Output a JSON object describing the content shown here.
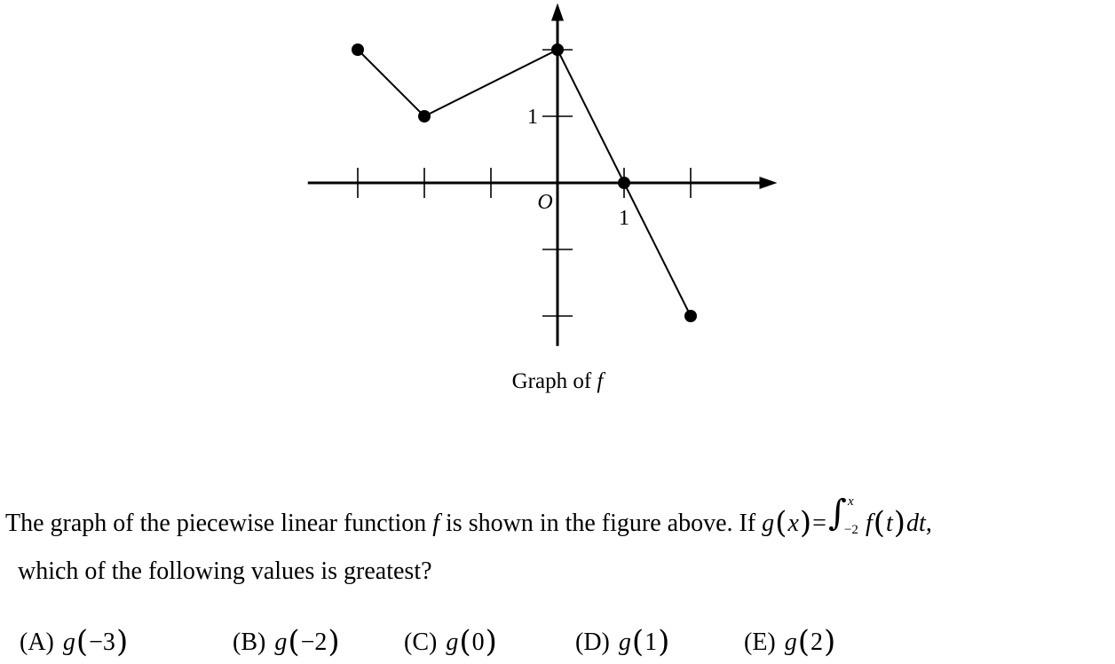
{
  "chart_data": {
    "type": "line",
    "points": [
      {
        "x": -3,
        "y": 2
      },
      {
        "x": -2,
        "y": 1
      },
      {
        "x": 0,
        "y": 2
      },
      {
        "x": 1,
        "y": 0
      },
      {
        "x": 2,
        "y": -2
      }
    ],
    "xlim": [
      -3.75,
      3.3
    ],
    "ylim": [
      -2.45,
      2.7
    ],
    "x_ticks": [
      -3,
      -2,
      -1,
      1,
      2
    ],
    "y_ticks": [
      -2,
      -1,
      1,
      2
    ],
    "x_tick_labels": [
      {
        "value": 1,
        "label": "1"
      }
    ],
    "y_tick_labels": [
      {
        "value": 1,
        "label": "1"
      }
    ],
    "origin_label": "O",
    "grid": false,
    "title": "",
    "xlabel": "",
    "ylabel": ""
  },
  "figure": {
    "caption_prefix": "Graph of ",
    "caption_fn": "f"
  },
  "question": {
    "line1_part1": "The graph of the piecewise linear function ",
    "fn": "f",
    "line1_part2": " is shown in the figure above. If ",
    "g": "g",
    "x": "x",
    "equals": "=",
    "integral_sign": "∫",
    "upper_limit": "x",
    "lower_limit": "−2",
    "integrand_f": "f",
    "integrand_t": "t",
    "dt": "dt",
    "comma": ",",
    "line2": "which of the following values is greatest?"
  },
  "choices": [
    {
      "label": "(A)",
      "fn": "g",
      "arg": "−3"
    },
    {
      "label": "(B)",
      "fn": "g",
      "arg": "−2"
    },
    {
      "label": "(C)",
      "fn": "g",
      "arg": "0"
    },
    {
      "label": "(D)",
      "fn": "g",
      "arg": "1"
    },
    {
      "label": "(E)",
      "fn": "g",
      "arg": "2"
    }
  ]
}
